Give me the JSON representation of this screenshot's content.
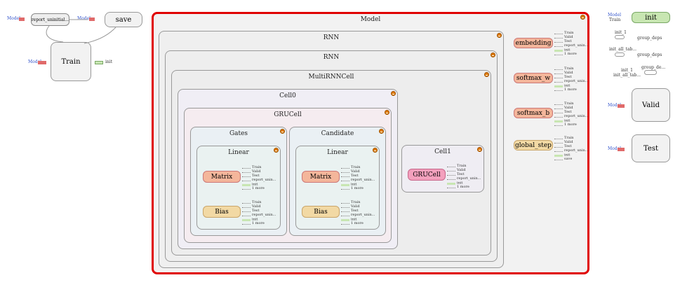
{
  "left": {
    "report_uninit": "report_uninitial...",
    "save": "save",
    "train": "Train",
    "model_tag": "Model",
    "init_tag": "init"
  },
  "model": {
    "title": "Model",
    "rnn_outer": "RNN",
    "rnn_inner": "RNN",
    "multirnn": "MultiRNNCell",
    "cell0": "Cell0",
    "grucell_box": "GRUCell",
    "gates": "Gates",
    "candidate": "Candidate",
    "linear": "Linear",
    "matrix": "Matrix",
    "bias": "Bias",
    "cell1": "Cell1",
    "grucell_op": "GRUCell"
  },
  "fanout": [
    "Train",
    "Valid",
    "Test",
    "report_unin...",
    "init",
    "1 more"
  ],
  "fanout_global": [
    "Train",
    "Valid",
    "Test",
    "report_unin...",
    "init",
    "save"
  ],
  "vars": {
    "embedding": "embedding",
    "softmax_w": "softmax_w",
    "softmax_b": "softmax_b",
    "global_step": "global_step"
  },
  "right": {
    "init": "init",
    "model_tag": "Model",
    "train_tag": "Train",
    "init_1": "init_1",
    "init_all_tab": "init_all_tab...",
    "group_deps": "group_deps",
    "group_de": "group_de...",
    "valid": "Valid",
    "test": "Test"
  },
  "colors": {
    "model_border": "#e00000",
    "matrix": "#f4b69b",
    "bias": "#f2d9a4",
    "gru": "#f3a0bd",
    "init": "#c8e6b2"
  }
}
